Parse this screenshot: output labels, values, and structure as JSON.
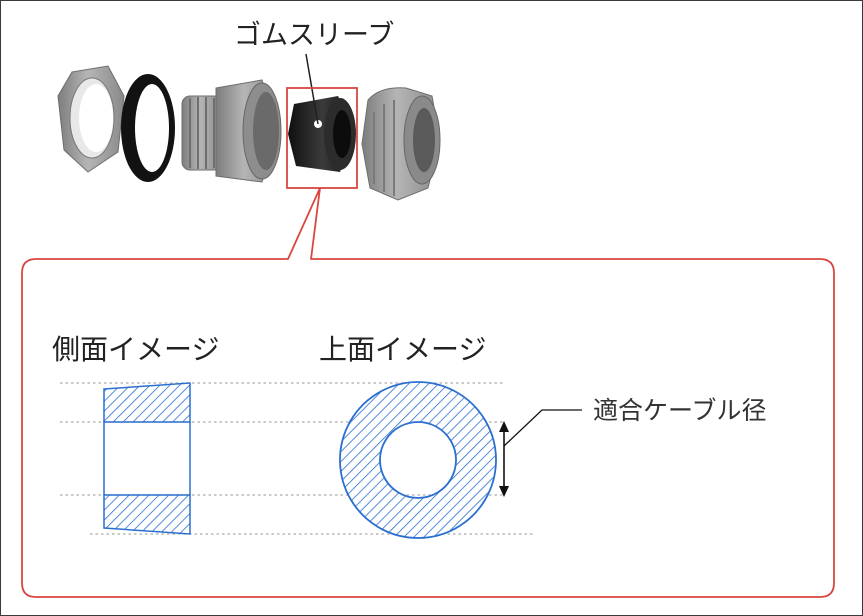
{
  "labels": {
    "sleeve": "ゴムスリーブ",
    "side_view": "側面イメージ",
    "top_view": "上面イメージ",
    "cable_diameter": "適合ケーブル径"
  },
  "colors": {
    "highlight": "#d9463f",
    "diagram_blue": "#2a6fd0",
    "guide_line": "#b8b8b8",
    "part_gray": "#9a9a9a",
    "part_black": "#1a1a1a"
  },
  "icons": {
    "locknut": "hex-locknut",
    "gasket": "black-ring-gasket",
    "body": "threaded-gland-body",
    "sleeve": "rubber-sleeve",
    "cap": "gland-cap-nut"
  }
}
